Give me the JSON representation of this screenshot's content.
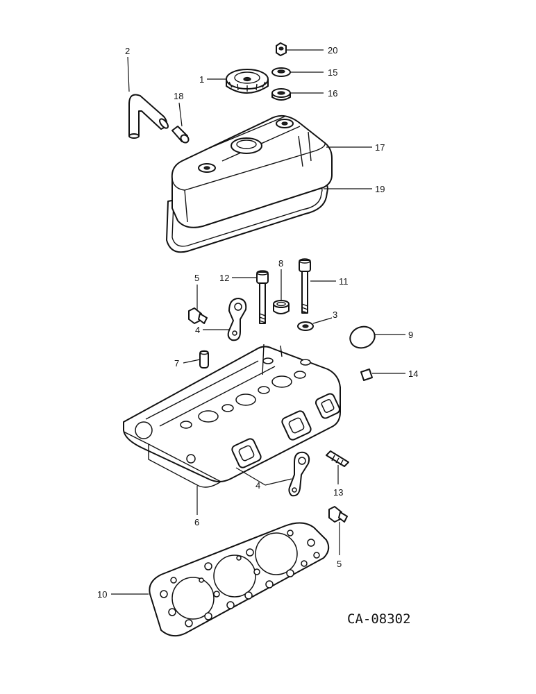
{
  "callouts": {
    "c1": "1",
    "c2": "2",
    "c3": "3",
    "c4a": "4",
    "c4b": "4",
    "c5a": "5",
    "c5b": "5",
    "c6": "6",
    "c7": "7",
    "c8": "8",
    "c9": "9",
    "c10": "10",
    "c11": "11",
    "c12": "12",
    "c13": "13",
    "c14": "14",
    "c15": "15",
    "c16": "16",
    "c17": "17",
    "c18": "18",
    "c19": "19",
    "c20": "20"
  },
  "drawing_code": "CA-08302"
}
